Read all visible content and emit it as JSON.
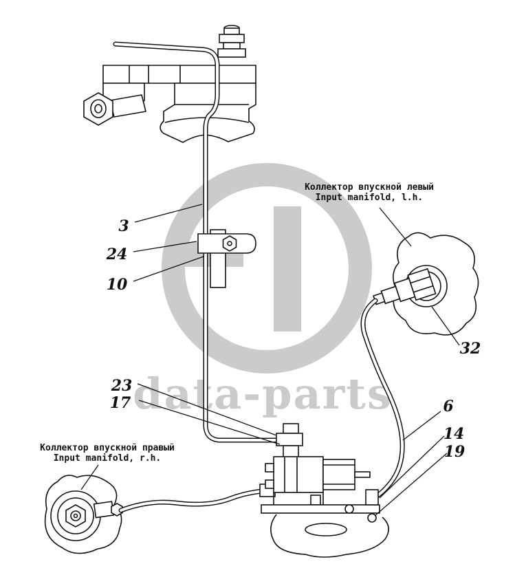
{
  "watermark": {
    "text": "data-parts"
  },
  "labels": {
    "left_manifold": {
      "ru": "Коллектор впускной левый",
      "en": "Input manifold, l.h."
    },
    "right_manifold": {
      "ru": "Коллектор впускной правый",
      "en": "Input manifold, r.h."
    }
  },
  "callouts": {
    "n3": "3",
    "n24": "24",
    "n10": "10",
    "n23": "23",
    "n17": "17",
    "n6": "6",
    "n14": "14",
    "n19": "19",
    "n32": "32"
  }
}
